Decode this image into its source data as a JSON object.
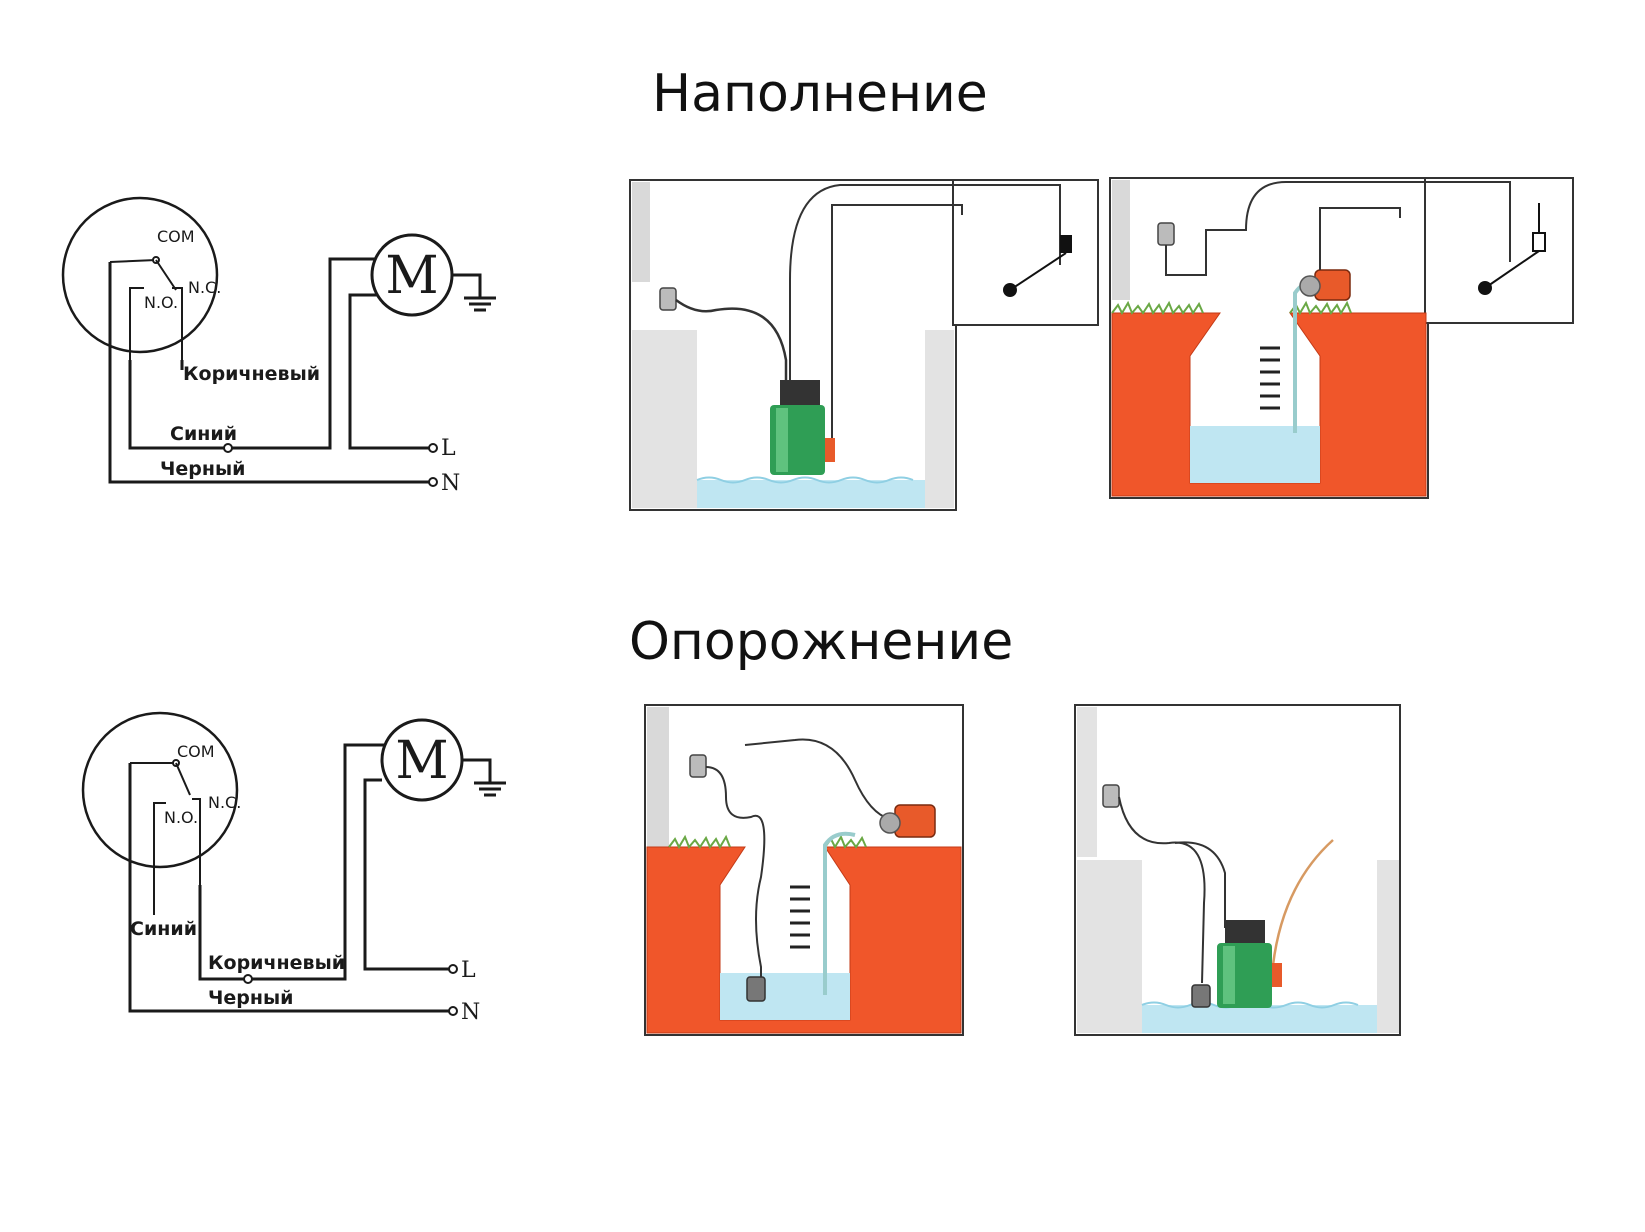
{
  "sections": {
    "fill_title": "Наполнение",
    "drain_title": "Опорожнение"
  },
  "circuit_fill": {
    "com": "COM",
    "no": "N.O.",
    "nc": "N.C.",
    "motor": "M",
    "wire_brown": "Коричневый",
    "wire_blue": "Синий",
    "wire_black": "Черный",
    "terminal_l": "L",
    "terminal_n": "N"
  },
  "circuit_drain": {
    "com": "COM",
    "no": "N.O.",
    "nc": "N.C.",
    "motor": "M",
    "wire_blue": "Синий",
    "wire_brown": "Коричневый",
    "wire_black": "Черный",
    "terminal_l": "L",
    "terminal_n": "N"
  },
  "colors": {
    "soil": "#f0562a",
    "soil_dark": "#d8401e",
    "water": "#bfe6f2",
    "pump_green": "#2f9e55",
    "pump_orange": "#e85a2a",
    "grass": "#6aa845",
    "wall_gray": "#d9d9d9"
  }
}
